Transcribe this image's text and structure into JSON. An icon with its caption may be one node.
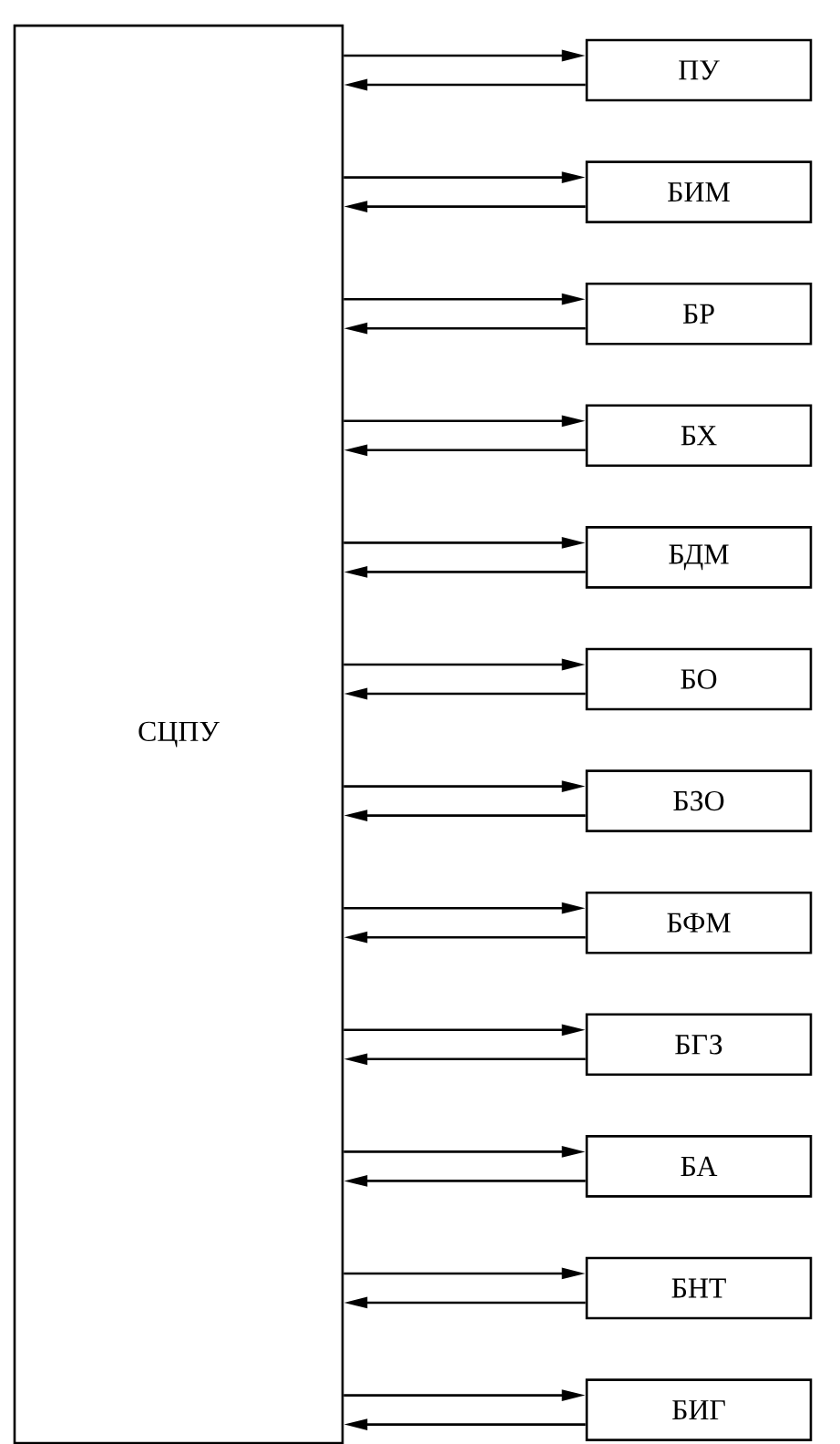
{
  "diagram": {
    "nodes": [
      {
        "text": [
          "СЦПУ"
        ]
      },
      {
        "text": [
          "ПУ"
        ]
      },
      {
        "text": [
          "БИМ"
        ]
      },
      {
        "text": [
          "БР"
        ]
      },
      {
        "text": [
          "БХ"
        ]
      },
      {
        "text": [
          "БДМ"
        ]
      },
      {
        "text": [
          "БО"
        ]
      },
      {
        "text": [
          "БЗО"
        ]
      },
      {
        "text": [
          "БФМ"
        ]
      },
      {
        "text": [
          "БГЗ"
        ]
      },
      {
        "text": [
          "БА"
        ]
      },
      {
        "text": [
          "БНТ"
        ]
      },
      {
        "text": [
          "БИГ"
        ]
      }
    ],
    "edges": [
      {
        "from": 0,
        "to": 1,
        "arrow": "to"
      },
      {
        "from": 1,
        "to": 0,
        "arrow": "to"
      },
      {
        "from": 0,
        "to": 2,
        "arrow": "to"
      },
      {
        "from": 2,
        "to": 0,
        "arrow": "to"
      },
      {
        "from": 0,
        "to": 3,
        "arrow": "to"
      },
      {
        "from": 3,
        "to": 0,
        "arrow": "to"
      },
      {
        "from": 0,
        "to": 4,
        "arrow": "to"
      },
      {
        "from": 4,
        "to": 0,
        "arrow": "to"
      },
      {
        "from": 0,
        "to": 5,
        "arrow": "to"
      },
      {
        "from": 5,
        "to": 0,
        "arrow": "to"
      },
      {
        "from": 0,
        "to": 6,
        "arrow": "to"
      },
      {
        "from": 6,
        "to": 0,
        "arrow": "to"
      },
      {
        "from": 0,
        "to": 7,
        "arrow": "to"
      },
      {
        "from": 7,
        "to": 0,
        "arrow": "to"
      },
      {
        "from": 0,
        "to": 8,
        "arrow": "to"
      },
      {
        "from": 8,
        "to": 0,
        "arrow": "to"
      },
      {
        "from": 0,
        "to": 9,
        "arrow": "to"
      },
      {
        "from": 9,
        "to": 0,
        "arrow": "to"
      },
      {
        "from": 0,
        "to": 10,
        "arrow": "to"
      },
      {
        "from": 10,
        "to": 0,
        "arrow": "to"
      },
      {
        "from": 0,
        "to": 11,
        "arrow": "to"
      },
      {
        "from": 11,
        "to": 0,
        "arrow": "to"
      },
      {
        "from": 0,
        "to": 12,
        "arrow": "to"
      },
      {
        "from": 12,
        "to": 0,
        "arrow": "to"
      }
    ]
  }
}
